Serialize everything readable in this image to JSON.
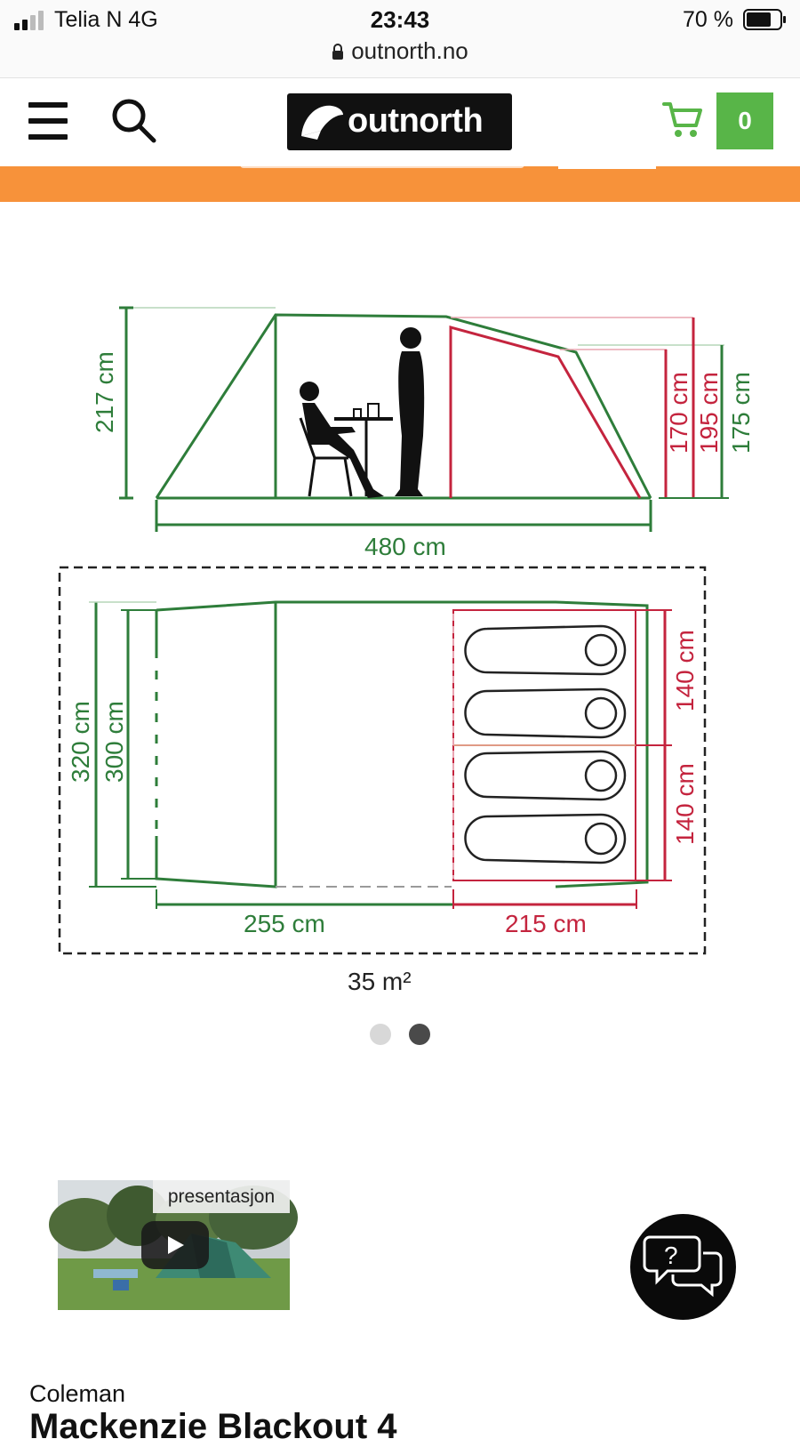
{
  "status_bar": {
    "carrier": "Telia N   4G",
    "time": "23:43",
    "battery": "70 %",
    "url": "outnorth.no"
  },
  "header": {
    "logo_text": "outnorth",
    "cart_count": "0"
  },
  "diagram": {
    "side_view": {
      "height_main": "217 cm",
      "height_a": "170 cm",
      "height_b": "195 cm",
      "height_c": "175 cm",
      "length": "480 cm"
    },
    "floor_plan": {
      "width_outer": "320 cm",
      "width_inner": "300 cm",
      "bedroom_a": "140 cm",
      "bedroom_b": "140 cm",
      "living_length": "255 cm",
      "bedroom_length": "215 cm",
      "area": "35 m²"
    },
    "colors": {
      "green": "#2e7d3a",
      "red": "#c4243e",
      "outline": "#222222"
    }
  },
  "carousel": {
    "slides": 2,
    "active": 2
  },
  "video": {
    "label": "presentasjon"
  },
  "product": {
    "brand": "Coleman",
    "title": "Mackenzie Blackout 4"
  },
  "icons": {
    "menu": "hamburger-icon",
    "search": "search-icon",
    "cart": "cart-icon",
    "play": "play-icon",
    "chat": "chat-help-icon",
    "lock": "lock-icon"
  }
}
